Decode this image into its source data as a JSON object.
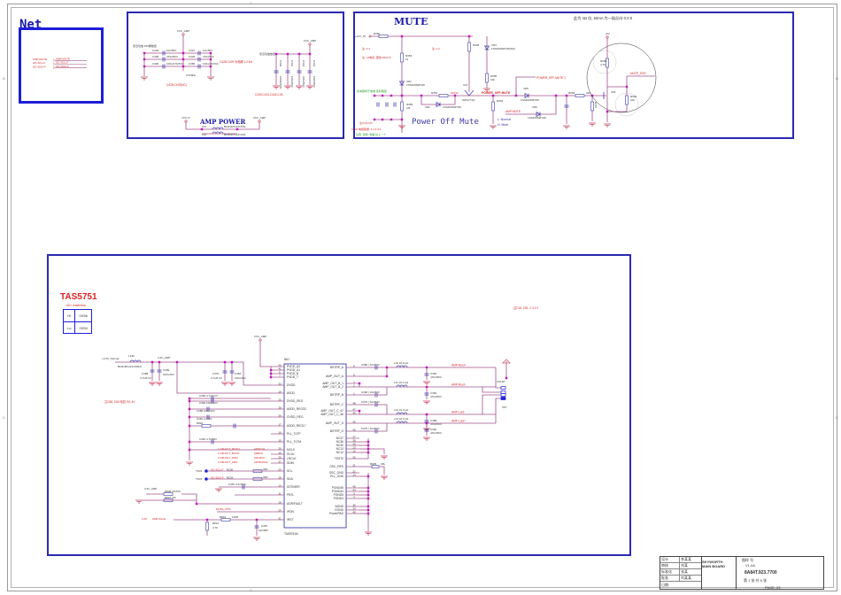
{
  "net_panel": {
    "title": "Net",
    "nets": [
      {
        "label": "AMP-MUTE",
        "net": "AMP-MUTE"
      },
      {
        "label": "I2C-SCL-F",
        "net": "I2C-SCL-F"
      },
      {
        "label": "I2C-SDA-F",
        "net": "I2C-SDA-F"
      }
    ]
  },
  "power_panel": {
    "supply": "VCC_AMP",
    "note_left": "靠近功放 PIN脚放置",
    "note_right": "靠近功放放置",
    "caps_left": [
      {
        "ref": "C426",
        "val": "10u/50V"
      },
      {
        "ref": "C427",
        "val": "10u/50V"
      },
      {
        "ref": "C428",
        "val": "470u/50V"
      },
      {
        "ref": "C429",
        "val": "470u/50V"
      },
      {
        "ref": "C396",
        "val": "100n/2.5V/NC"
      },
      {
        "ref": "C380",
        "val": "100n/25V/NC"
      }
    ],
    "cap_vol": "CV50NL",
    "bottom_note": "C428,C429(NC)",
    "mid_note": "C428,C429 为电解 1:2:5:6",
    "caps_right": [
      "C430",
      "C431",
      "C432",
      "C433"
    ],
    "caps_right_vals": [
      "1000n/50V",
      "100n/50V",
      "100n/50V",
      "100n/50V"
    ],
    "caps_right_note": "C430,C431,C432,C43",
    "amp_power_title": "AMP POWER",
    "vcc_a": "VCC-A",
    "vcc_amp": "VCC_AMP",
    "l_parts": [
      {
        "ref": "L31",
        "val": "BLM41PG121SN1"
      },
      {
        "ref": "L32",
        "val": "BLM41PG121SN1"
      }
    ]
  },
  "mute_panel": {
    "title": "MUTE",
    "input": "+12V_IN",
    "top_note": "此为 4Ω 拉, 50mA 为一极反向 0.0 8",
    "parts": [
      {
        "ref": "R350",
        "val": "1K"
      },
      {
        "ref": "R348",
        "val": "1k"
      },
      {
        "ref": "VD3",
        "val": "1SS400SMT2R(NC)"
      },
      {
        "ref": "R353",
        "val": "1k"
      },
      {
        "ref": "VD1",
        "val": "1SS400SMT2R"
      },
      {
        "ref": "R356",
        "val": "10k"
      },
      {
        "ref": "R351",
        "val": "2K/NC"
      },
      {
        "ref": "VD2",
        "val": "1SS400SMT2R"
      },
      {
        "ref": "V27",
        "val": "2PA1774Q"
      },
      {
        "ref": "R355",
        "val": "1M"
      },
      {
        "ref": "R352",
        "val": "10k"
      },
      {
        "ref": "VD5",
        "val": "1SS400SMT2R"
      },
      {
        "ref": "VD6",
        "val": "1SS400SMT2R"
      },
      {
        "ref": "R354",
        "val": "22k"
      },
      {
        "ref": "R357",
        "val": "10k"
      },
      {
        "ref": "R358",
        "val": "4.7K"
      },
      {
        "ref": "V26",
        "val": "NPN"
      },
      {
        "ref": "R359",
        "val": "10k"
      }
    ],
    "power_off_mute": "POWER_OFF-MUTE",
    "power_off_mute_port": "POWER_OFF-MUTE 1",
    "amp_mute": "AMP-MUTE",
    "mute_out": "MUTE_5751",
    "vcc5": "+5V",
    "big_label": "Power Off Mute",
    "legend": [
      "L :Normal",
      "H :Mute"
    ],
    "notes": [
      "注: 4.4",
      "注: 1.2",
      "注: +5电压, 更改 R413 8",
      "此电容用于放电 延时路径",
      "注C18,C21",
      "C042  电容容量: 1:1:2:3:4",
      "注意: 目前: 电路 往上一个"
    ]
  },
  "tas_panel": {
    "title": "TAS5751",
    "i2c_label": "I2C Address",
    "i2c_table": [
      [
        "Hi",
        "0X56"
      ],
      [
        "Lo",
        "0X54"
      ]
    ],
    "side_note": "注C18, C81, 2 3 4 2",
    "left_note": "注C88, C80 电容 为1.4V",
    "chip_ref": "N61",
    "chip_name": "TAS5751M",
    "vcc_amp": "VCC_AMP",
    "rail_33": "+3.3V_Normal",
    "rail_33amp": "3.3V_AMP",
    "l136": {
      "ref": "L136",
      "val": "BLM18KG121SN1D"
    },
    "caps_top": [
      {
        "ref": "C388",
        "val": "4.7u/6.3V"
      },
      {
        "ref": "C389",
        "val": "100n/16V"
      },
      {
        "ref": "C370",
        "val": "4.7u/6.3V"
      },
      {
        "ref": "C384",
        "val": "100n/16V"
      }
    ],
    "left_pins": [
      {
        "num": "40",
        "name": "PVDD_A2"
      },
      {
        "num": "41",
        "name": "PVDD_A1"
      },
      {
        "num": "8",
        "name": "PVDD_B"
      },
      {
        "num": "7",
        "name": "PVDD_T"
      },
      {
        "num": "33",
        "name": "DVDD"
      },
      {
        "num": "19",
        "name": "AVDD"
      },
      {
        "num": "23",
        "name": "DVDD_REG"
      },
      {
        "num": "38",
        "name": "AVDD_REG33"
      },
      {
        "num": "39",
        "name": "GVDD_REG"
      },
      {
        "num": "17",
        "name": "AVDD_REG17"
      },
      {
        "num": "16",
        "name": "PLL_FLTP"
      },
      {
        "num": "15",
        "name": "PLL_FLTM"
      },
      {
        "num": "20",
        "name": "MCLK"
      },
      {
        "num": "26",
        "name": "SCLK"
      },
      {
        "num": "25",
        "name": "LRCLK"
      },
      {
        "num": "27",
        "name": "SDIN"
      },
      {
        "num": "29",
        "name": "SCL"
      },
      {
        "num": "28",
        "name": "SDA"
      },
      {
        "num": "10",
        "name": "SSTIMER"
      },
      {
        "num": "11",
        "name": "PBTL"
      },
      {
        "num": "18",
        "name": "ADR/FAULT"
      },
      {
        "num": "24",
        "name": "/PDN"
      },
      {
        "num": "31",
        "name": "/RST"
      }
    ],
    "right_pins": [
      {
        "num": "9",
        "name": "BSTRP_A"
      },
      {
        "num": "6",
        "name": "AMP_OUT_A"
      },
      {
        "num": "3",
        "name": "AMP_OUT_B_1"
      },
      {
        "num": "2",
        "name": "AMP_OUT_B_2"
      },
      {
        "num": "1",
        "name": "BSTRP_B"
      },
      {
        "num": "48",
        "name": "BSTRP_C"
      },
      {
        "num": "47",
        "name": "AMP_OUT_C_47"
      },
      {
        "num": "46",
        "name": "AMP_OUT_C_46"
      },
      {
        "num": "43",
        "name": "AMP_OUT_D"
      },
      {
        "num": "40",
        "name": "BSTRP_D"
      },
      {
        "num": "37",
        "name": "NC37"
      },
      {
        "num": "36",
        "name": "NC36"
      },
      {
        "num": "30",
        "name": "NC30"
      },
      {
        "num": "13",
        "name": "NC13"
      },
      {
        "num": "12",
        "name": "NC12"
      },
      {
        "num": "32",
        "name": "TEST2"
      },
      {
        "num": "21",
        "name": "OSC_RES"
      },
      {
        "num": "22",
        "name": "OSC_GND"
      },
      {
        "num": "14",
        "name": "PLL_GND"
      },
      {
        "num": "45",
        "name": "PGND45"
      },
      {
        "num": "44",
        "name": "PGND44"
      },
      {
        "num": "5",
        "name": "PGND5"
      },
      {
        "num": "4",
        "name": "PGND4"
      },
      {
        "num": "35",
        "name": "AGND"
      },
      {
        "num": "34",
        "name": "DGND"
      },
      {
        "num": "49",
        "name": "PowerPAD"
      }
    ],
    "boot_caps": [
      "C380 | 10n/50V",
      "C390 | 10n/50V",
      "C376 | 10n/50V",
      "C375 | 10n/50V"
    ],
    "inductors": [
      {
        "ref": "L10",
        "val": "10.0 uH"
      },
      {
        "ref": "L11",
        "val": "10.0 uH"
      },
      {
        "ref": "L12",
        "val": "10.0 uH"
      },
      {
        "ref": "L13",
        "val": "10.0 uH"
      }
    ],
    "out_caps": [
      {
        "ref": "C382",
        "val": "470n/50V"
      },
      {
        "ref": "C382",
        "val": "470n/50V"
      },
      {
        "ref": "C388",
        "val": "470n/50V"
      },
      {
        "ref": "C392",
        "val": "470n/50V"
      }
    ],
    "outputs": [
      "AMP-Rout+",
      "AMP-Rout-",
      "AMP-Lout-",
      "AMP-Lout+"
    ],
    "connector": "XP7",
    "connector_label": "VOUM",
    "i2s_nets": [
      {
        "idx": "1",
        "name": "GB-OUT_MCKO",
        "net": "ADMCLK"
      },
      {
        "idx": "2",
        "name": "GB-OUT_BCKO",
        "net": "ADBCK"
      },
      {
        "idx": "3",
        "name": "GB-OUT_WSO",
        "net": "ADLRCK"
      },
      {
        "idx": "4",
        "name": "GB-OUT_SDO",
        "net": "ADSDATA0"
      }
    ],
    "testpoints": [
      {
        "ref": "TP23",
        "net": "I2C-SCL-F",
        "r": "R236",
        "val": "33R"
      },
      {
        "ref": "TP24",
        "net": "I2C-SDA-F",
        "r": "R234",
        "val": "33R"
      }
    ],
    "misc_parts": [
      {
        "ref": "R826",
        "val": "470R"
      },
      {
        "ref": "C387",
        "val": "2.2n/50V"
      },
      {
        "ref": "R828",
        "val": "47k/NC"
      },
      {
        "ref": "R827",
        "val": "47k"
      },
      {
        "ref": "R820",
        "val": "18k"
      },
      {
        "ref": "R819",
        "val": "100R"
      },
      {
        "ref": "R821",
        "val": "4.7K"
      },
      {
        "ref": "C387b",
        "val": "10n/50V"
      }
    ],
    "mute_net": "MUTE_5751",
    "amp_reset": "AMP-Reset",
    "reset_prefix": "4.2K",
    "rail_33amp_b": "3.3V_AMP"
  },
  "title_block": {
    "rows_left": [
      [
        "设计",
        "李某某"
      ],
      [
        "审核",
        "刘某"
      ],
      [
        "标准化",
        "张某"
      ],
      [
        "批准",
        "刘某某"
      ]
    ],
    "company": "SKYWORTH\nMAIN BOARD",
    "project": "8A84T.923.7700",
    "sheet_info": "第 1 张 共 5 张",
    "page": "PAGE: 03",
    "date": "日期:",
    "drawing_no": "图样 号",
    "version": "V1.0A"
  },
  "colors": {
    "panel_border": "#2a2ab0",
    "wire": "#a0508a",
    "net_red": "#d22222",
    "component_blue": "#3a3aa8",
    "junction": "#cc00cc",
    "note_green": "#2a9a2a"
  }
}
